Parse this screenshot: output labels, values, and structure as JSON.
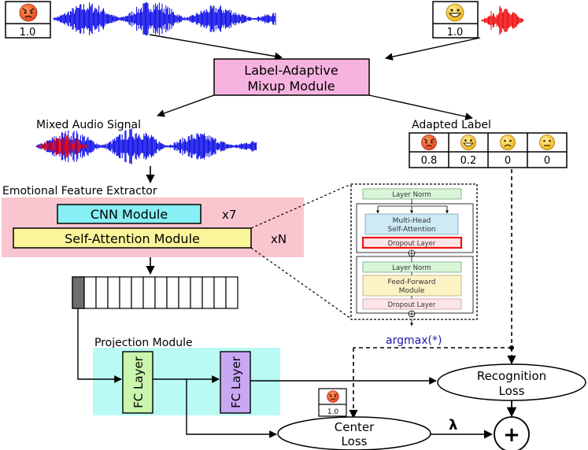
{
  "inputs": {
    "left_weight": "1.0",
    "right_weight": "1.0",
    "small_weight": "1.0"
  },
  "modules": {
    "mixup_line1": "Label-Adaptive",
    "mixup_line2": "Mixup Module",
    "mixed_audio": "Mixed Audio Signal",
    "adapted_label": "Adapted Label",
    "extractor": "Emotional Feature Extractor",
    "cnn": "CNN Module",
    "cnn_mult": "x7",
    "self_attention": "Self-Attention Module",
    "sa_mult": "xN",
    "projection": "Projection Module",
    "fc1": "FC Layer",
    "fc2": "FC Layer",
    "argmax": "argmax(*)",
    "recognition_line1": "Recognition",
    "recognition_line2": "Loss",
    "center_line1": "Center",
    "center_line2": "Loss",
    "lambda": "λ",
    "plus": "+"
  },
  "label_table": [
    "0.8",
    "0.2",
    "0",
    "0"
  ],
  "transformer": {
    "layer_norm_1": "Layer Norm",
    "mha_line1": "Multi-Head",
    "mha_line2": "Self-Attention",
    "dropout_1": "Dropout Layer",
    "layer_norm_2": "Layer Norm",
    "ff_line1": "Feed-Forward",
    "ff_line2": "Module",
    "dropout_2": "Dropout Layer"
  },
  "colors": {
    "mixup_fill": "#f7b3e0",
    "extractor_bg": "#f9c6cf",
    "cnn_fill": "#86f0f5",
    "sa_fill": "#fbf59a",
    "projection_bg": "#b9fbf4",
    "fc1_fill": "#c9f5ac",
    "fc2_fill": "#c9a8f3",
    "wave_blue": "#0000e6",
    "wave_red": "#ee0000",
    "argmax_text": "#1a1aaa",
    "emoji_angry": "#f05a28",
    "emoji_happy": "#f5c02a"
  }
}
